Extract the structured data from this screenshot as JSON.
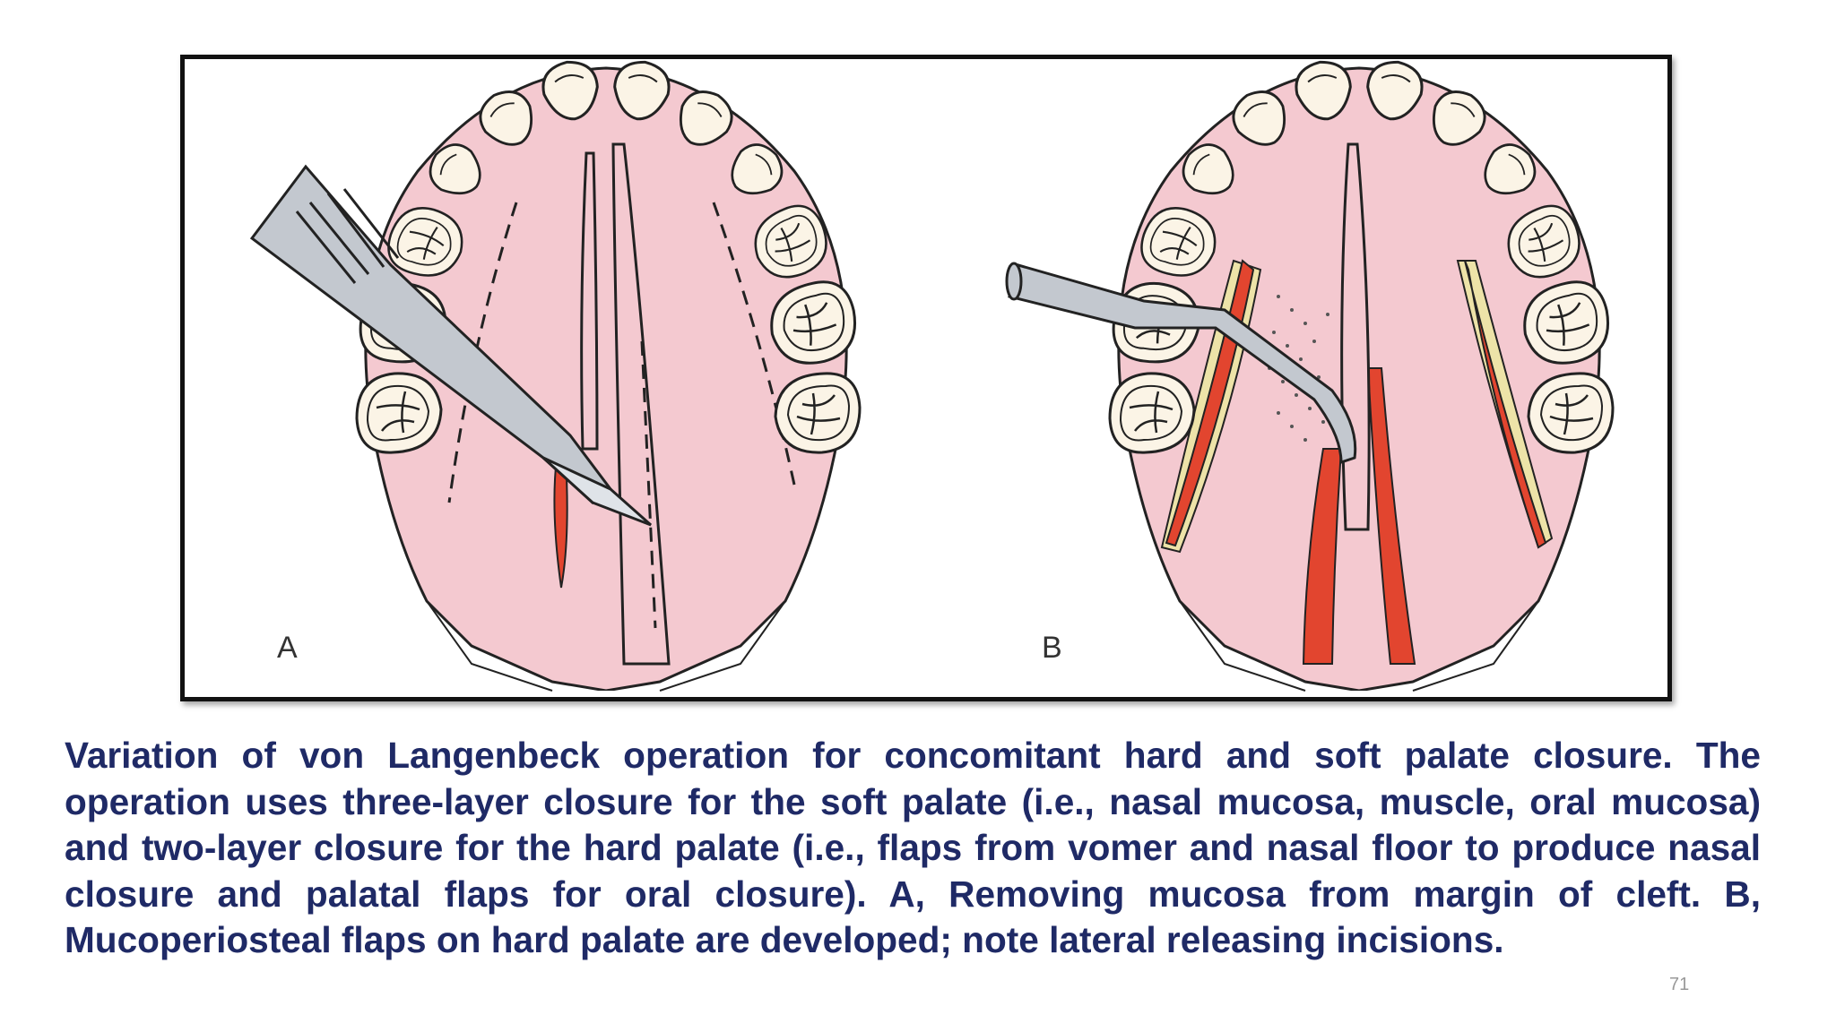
{
  "slide": {
    "figure": {
      "panel_a_label": "A",
      "panel_b_label": "B"
    },
    "caption": "Variation of von Langenbeck operation for concomitant hard and soft palate closure. The operation uses three-layer closure for the soft palate (i.e., nasal mucosa, muscle, oral mucosa) and two-layer closure for the hard palate (i.e., flaps from vomer and nasal floor to produce nasal closure and palatal flaps for oral closure). A, Removing mucosa from margin of cleft. B, Mucoperiosteal flaps on hard palate are developed; note lateral releasing incisions.",
    "page_number": "71"
  },
  "colors": {
    "caption_text": "#1f2a66",
    "palate_mucosa": "#f4c9d0",
    "tooth": "#fbf4e6",
    "incision_red": "#e2452f",
    "instrument_gray": "#c3c8cf"
  },
  "icons": {
    "panel_a": [
      "scalpel-icon",
      "palate-illustration"
    ],
    "panel_b": [
      "elevator-icon",
      "palate-illustration"
    ]
  }
}
